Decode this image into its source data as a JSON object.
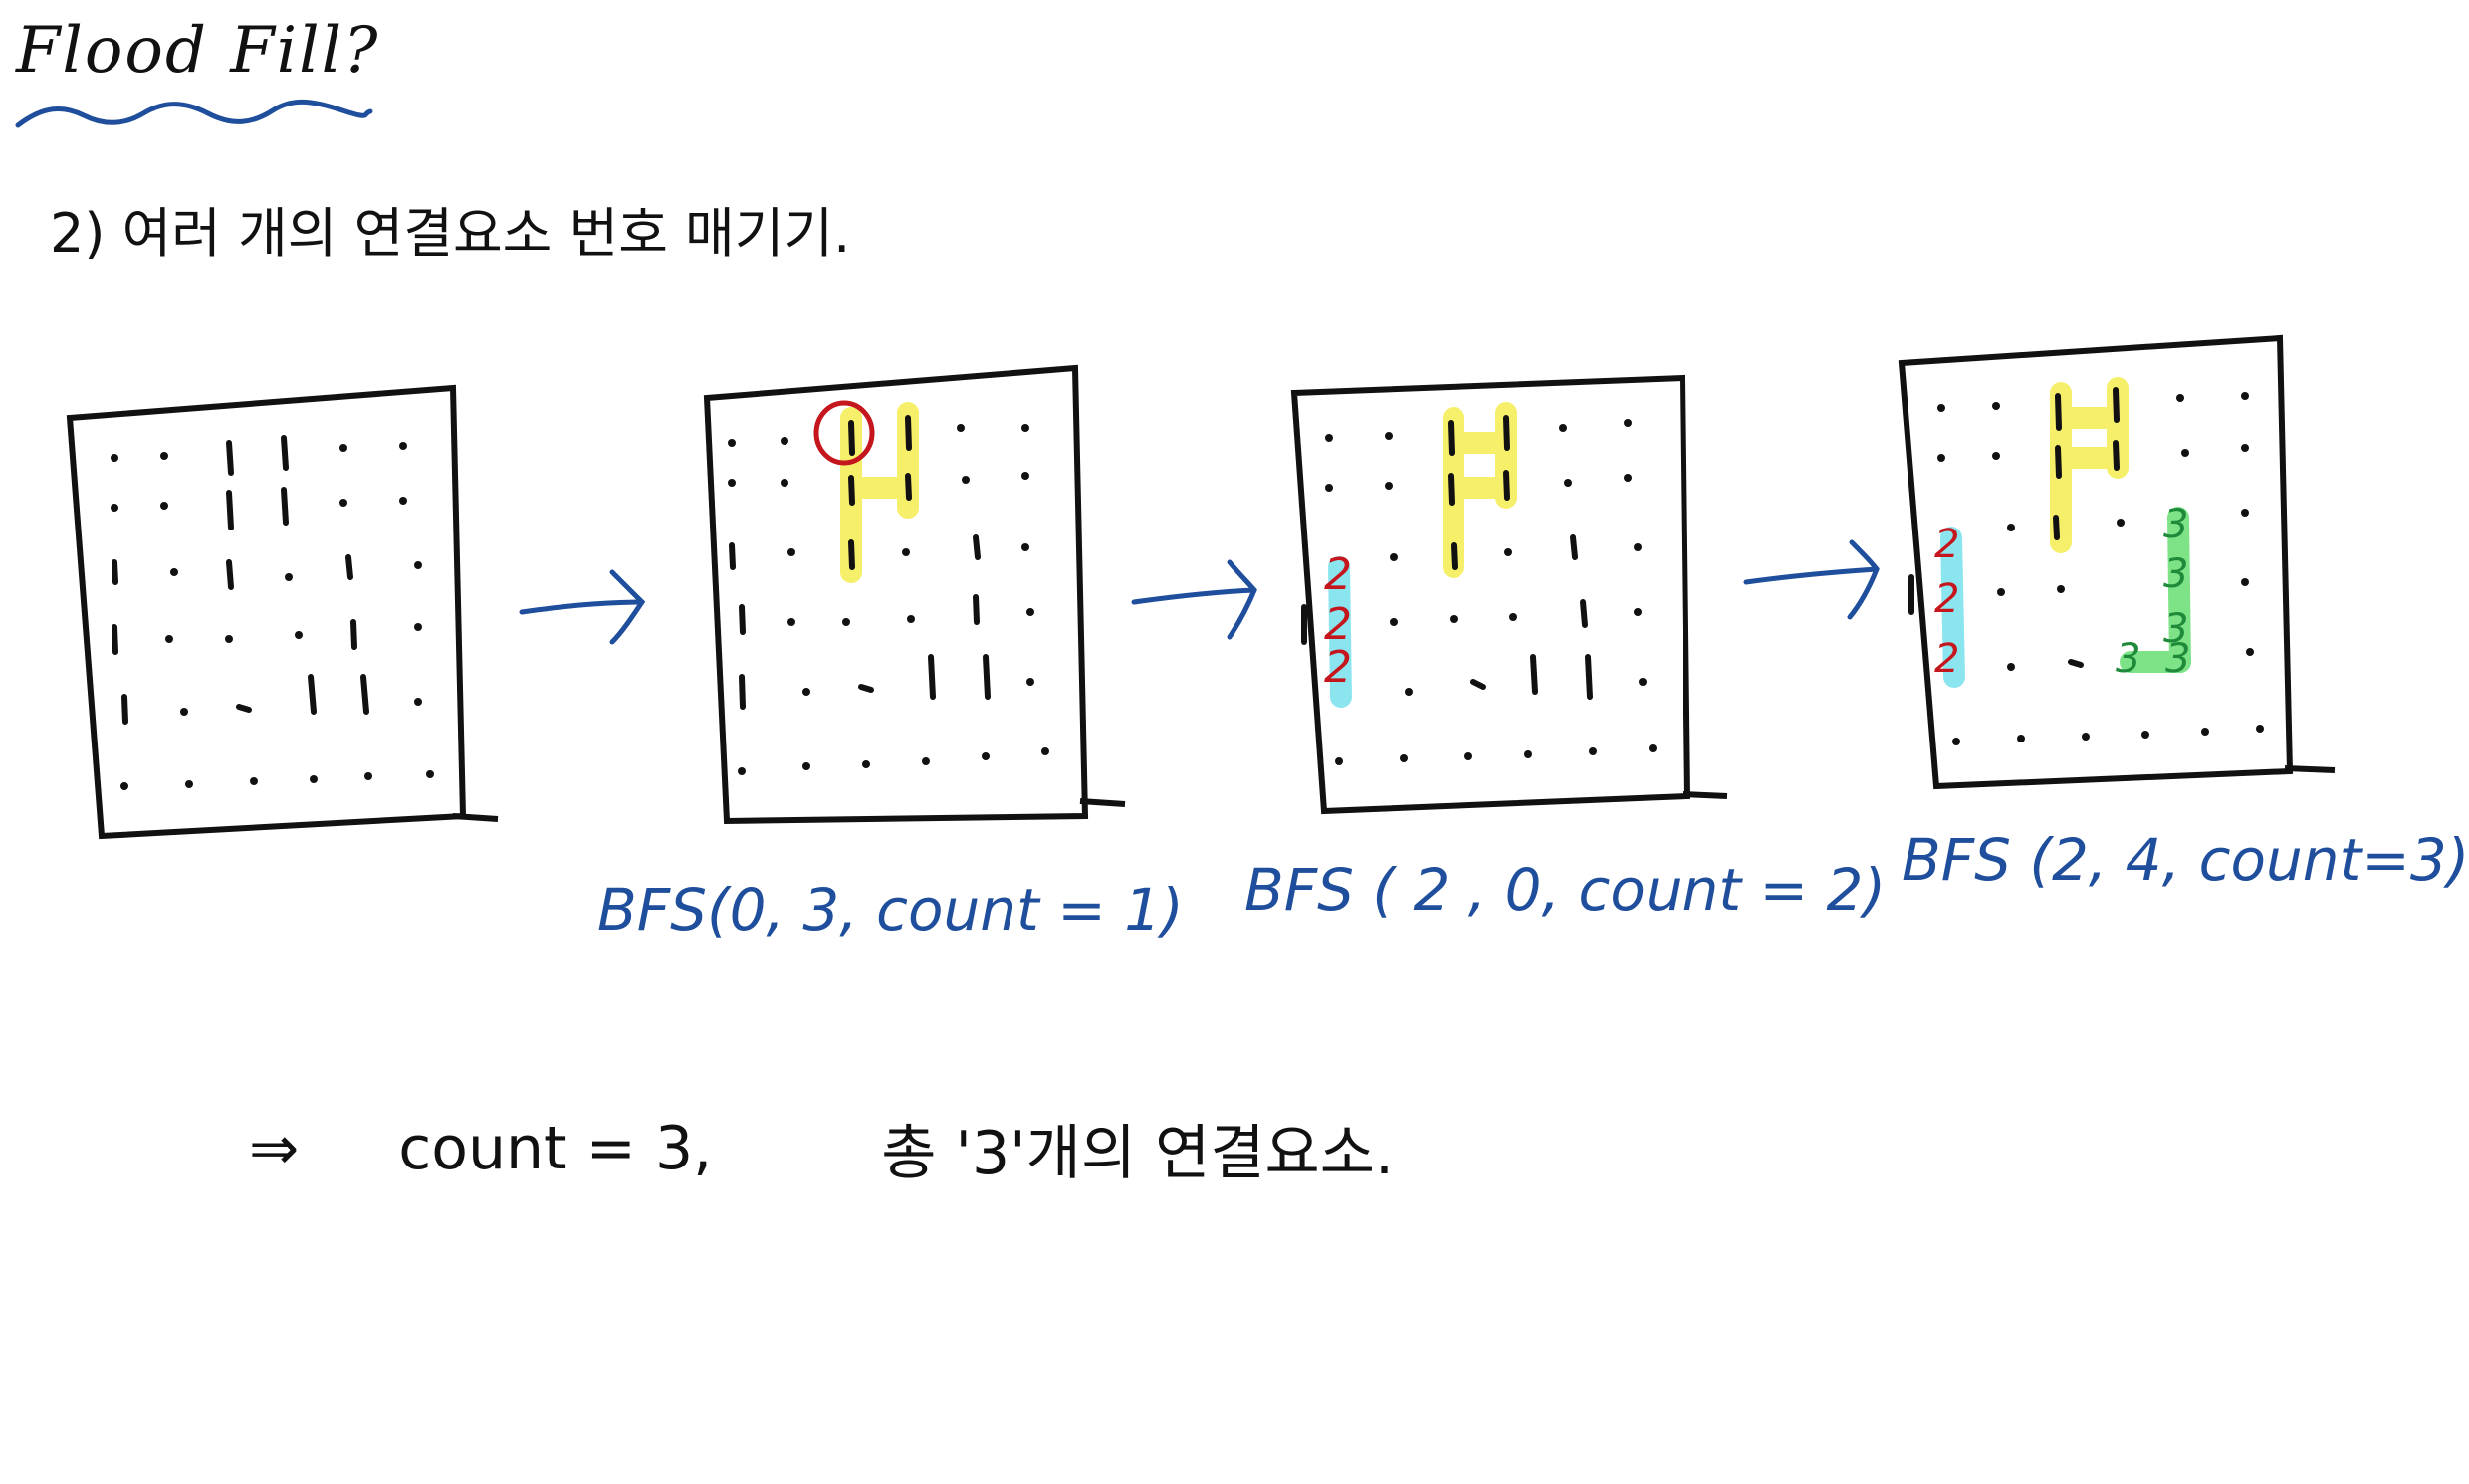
{
  "title": "Flood Fill?",
  "subtitle": "2) 여러 개의 연결요소 번호 매기기.",
  "colors": {
    "ink": "#111111",
    "blue": "#1e4e9c",
    "yellow_highlight": "#f5ee5a",
    "cyan_highlight": "#7fe3ee",
    "green_highlight": "#6fe07a",
    "red": "#c4161c",
    "green_text": "#1e8a3a"
  },
  "steps": [
    {
      "caption": "",
      "highlighted_components": []
    },
    {
      "caption": "BFS(0, 3, count = 1)",
      "highlighted_components": [
        "yellow"
      ]
    },
    {
      "caption": "BFS ( 2 , 0, count = 2)",
      "highlighted_components": [
        "yellow",
        "cyan"
      ]
    },
    {
      "caption": "BFS (2, 4, count=3)",
      "highlighted_components": [
        "yellow",
        "cyan",
        "green"
      ]
    }
  ],
  "component_labels": {
    "cyan": "2",
    "green": "3"
  },
  "conclusion": {
    "implies": "⇒",
    "count": "count = 3,",
    "total": "총 '3'개의 연결요소."
  }
}
